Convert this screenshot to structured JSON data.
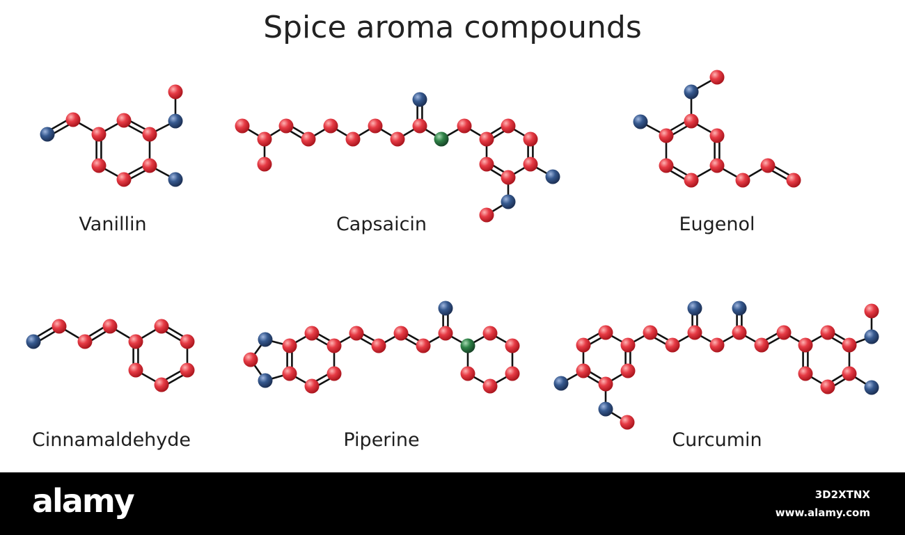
{
  "title": "Spice aroma compounds",
  "colors": {
    "carbon": "#e23a44",
    "oxygen": "#2f4f84",
    "nitrogen": "#2c7a43",
    "bond": "#111111"
  },
  "compounds": [
    {
      "name": "Vanillin"
    },
    {
      "name": "Capsaicin"
    },
    {
      "name": "Eugenol"
    },
    {
      "name": "Cinnamaldehyde"
    },
    {
      "name": "Piperine"
    },
    {
      "name": "Curcumin"
    }
  ],
  "watermark": {
    "logo": "alamy",
    "image_id": "3D2XTNX",
    "site": "www.alamy.com"
  }
}
